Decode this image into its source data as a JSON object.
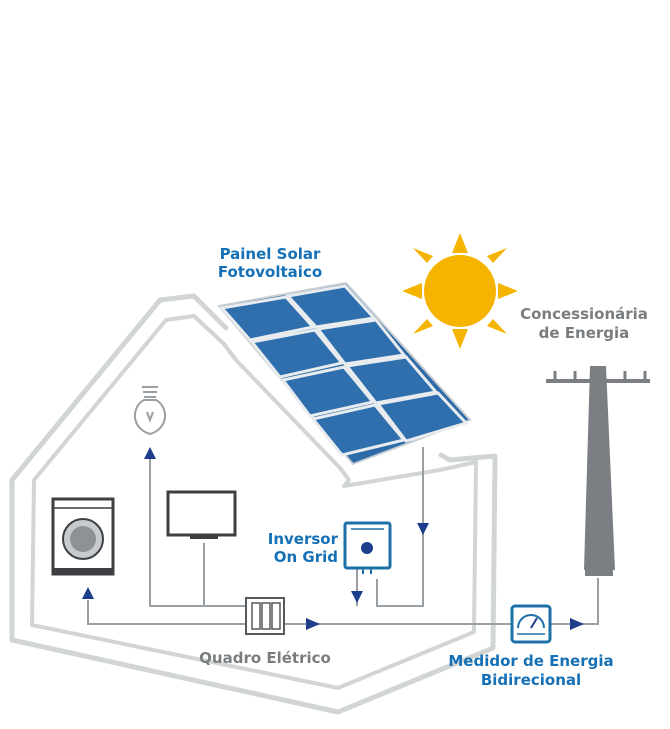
{
  "labels": {
    "panel_line1": "Painel Solar",
    "panel_line2": "Fotovoltaico",
    "utility_line1": "Concessionária",
    "utility_line2": "de Energia",
    "inverter_line1": "Inversor",
    "inverter_line2": "On Grid",
    "breaker_box": "Quadro Elétrico",
    "meter_line1": "Medidor de Energia",
    "meter_line2": "Bidirecional"
  },
  "colors": {
    "house_outline": "#d2d6d2",
    "wire": "#9a9fa3",
    "arrow": "#1d3e8c",
    "panel_cell": "#2c6aa8",
    "sun": "#f5b400",
    "pole": "#7b7f83",
    "label_blue": "#1670b6",
    "label_gray": "#7a7d80"
  },
  "icons": [
    "sun-icon",
    "solar-panel-icon",
    "light-bulb-icon",
    "washing-machine-icon",
    "television-icon",
    "inverter-icon",
    "breaker-box-icon",
    "meter-icon",
    "utility-pole-icon"
  ]
}
